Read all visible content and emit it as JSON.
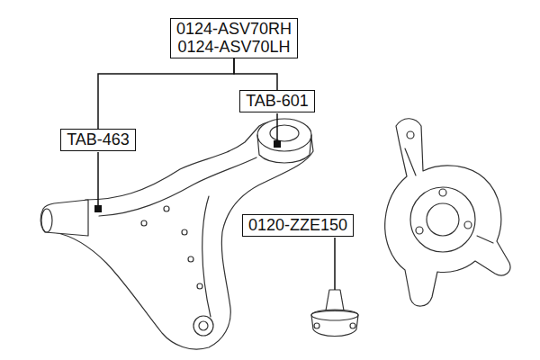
{
  "diagram": {
    "nodes": [
      {
        "text": [
          "0124-ASV70RH",
          "0124-ASV70LH"
        ]
      },
      {
        "text": [
          "TAB-601"
        ]
      },
      {
        "text": [
          "TAB-463"
        ]
      },
      {
        "text": [
          "0120-ZZE150"
        ]
      }
    ],
    "edges": [
      {
        "from": 0,
        "to": 2,
        "arrow": "none"
      },
      {
        "from": 0,
        "to": 1,
        "arrow": "none"
      }
    ]
  }
}
